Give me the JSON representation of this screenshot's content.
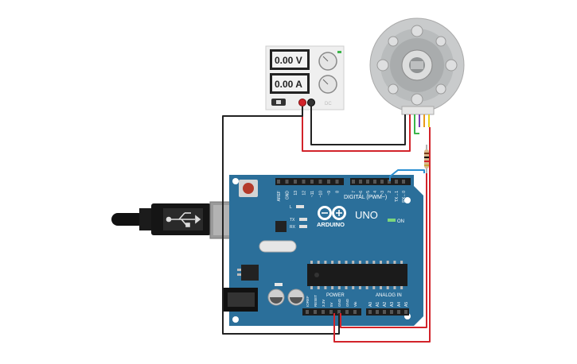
{
  "psu": {
    "voltage": "0.00 V",
    "current": "0.00 A",
    "logo": "DC"
  },
  "arduino": {
    "brand": "ARDUINO",
    "model": "UNO",
    "on_label": "ON",
    "digital_label": "DIGITAL (PWM~)",
    "power_label": "POWER",
    "analog_label": "ANALOG IN",
    "led_l": "L",
    "led_tx": "TX",
    "led_rx": "RX",
    "digital_pins": [
      "AREF",
      "GND",
      "13",
      "12",
      "~11",
      "~10",
      "~9",
      "8",
      "7",
      "~6",
      "~5",
      "4",
      "~3",
      "2",
      "TX→1",
      "RX←0"
    ],
    "power_pins": [
      "IOREF",
      "RESET",
      "3.3V",
      "5V",
      "GND",
      "GND",
      "Vin"
    ],
    "analog_pins": [
      "A0",
      "A1",
      "A2",
      "A3",
      "A4",
      "A5"
    ]
  },
  "colors": {
    "board": "#2b6f9a",
    "wire_red": "#d2232a",
    "wire_black": "#222222",
    "wire_blue": "#2a8fd1",
    "motor": "#c9cbcc"
  }
}
